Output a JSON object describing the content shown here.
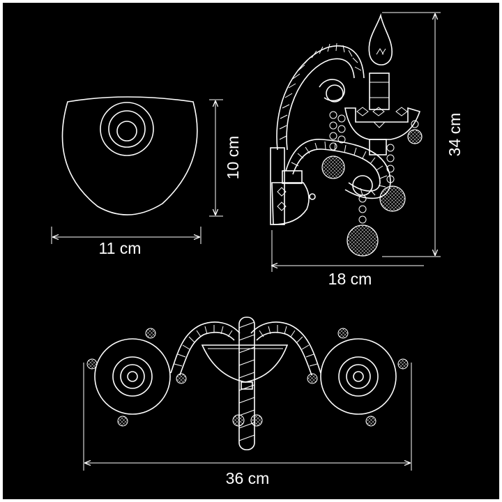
{
  "dimensions": {
    "backplate_width": "11 cm",
    "backplate_height": "10 cm",
    "lamp_depth": "18 cm",
    "lamp_height": "34 cm",
    "lamp_width": "36 cm"
  },
  "colors": {
    "background": "#000000",
    "line": "#ffffff",
    "border": "#ffffff"
  }
}
